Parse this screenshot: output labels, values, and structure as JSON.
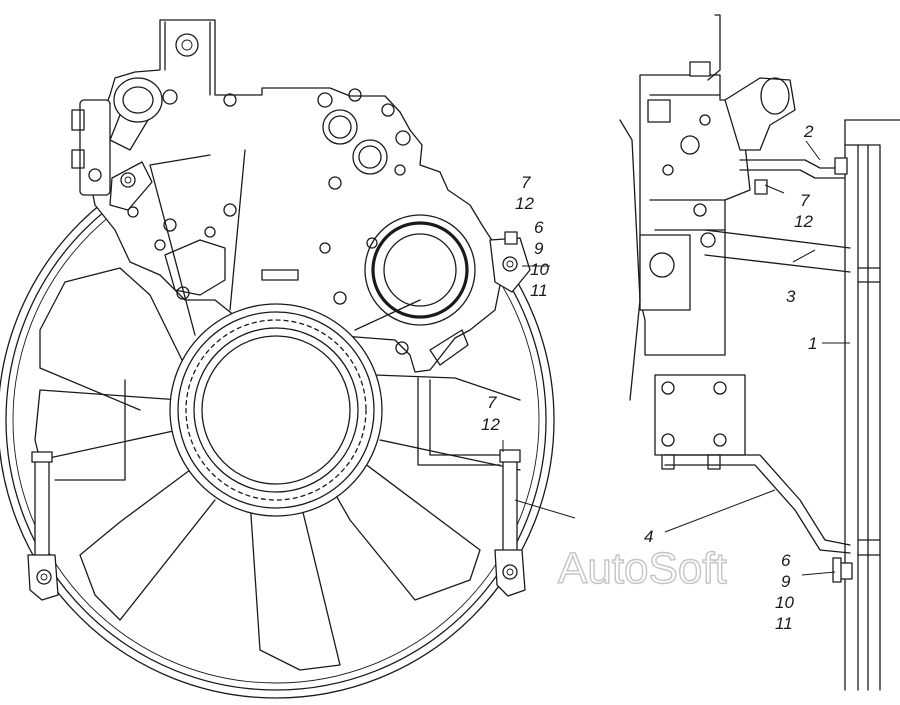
{
  "callouts": {
    "front_upper_right": [
      "7",
      "12",
      "6",
      "9",
      "10",
      "11"
    ],
    "front_lower_right": [
      "7",
      "12"
    ],
    "shroud": "4",
    "side_top_tube": "2",
    "side_top_fastener": [
      "7",
      "12"
    ],
    "side_brace": "3",
    "side_radiator": "1",
    "side_lower_fastener": [
      "6",
      "9",
      "10",
      "11"
    ]
  },
  "watermark": "AutoSoft"
}
